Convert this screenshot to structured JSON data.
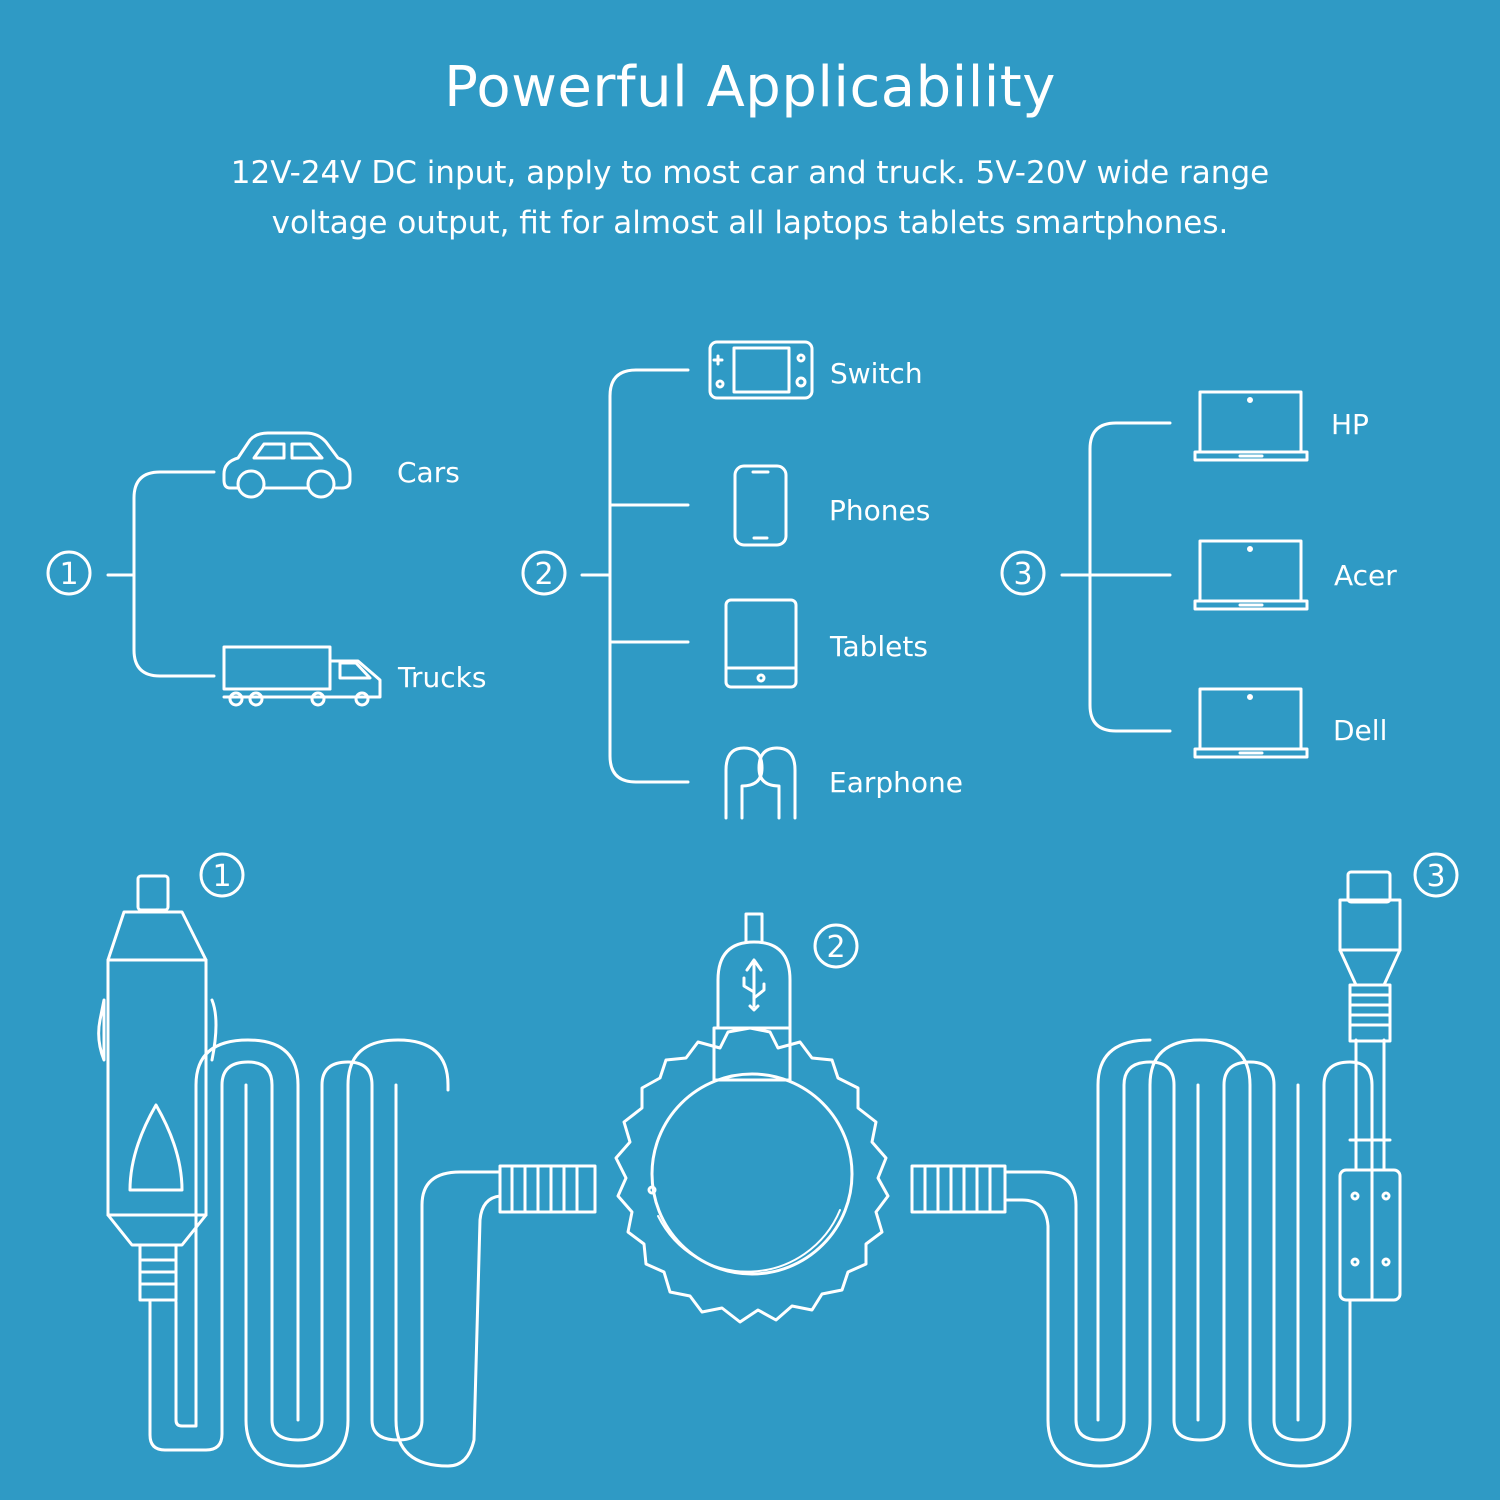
{
  "header": {
    "title": "Powerful Applicability",
    "subtitle_line1": "12V-24V DC input, apply to most car and truck. 5V-20V wide range",
    "subtitle_line2": "voltage output, fit for almost all laptops tablets smartphones."
  },
  "markers": {
    "one": "1",
    "two": "2",
    "three": "3"
  },
  "group1": {
    "items": [
      {
        "label": "Cars",
        "icon": "car-icon"
      },
      {
        "label": "Trucks",
        "icon": "truck-icon"
      }
    ]
  },
  "group2": {
    "items": [
      {
        "label": "Switch",
        "icon": "game-console-icon"
      },
      {
        "label": "Phones",
        "icon": "phone-icon"
      },
      {
        "label": "Tablets",
        "icon": "tablet-icon"
      },
      {
        "label": "Earphone",
        "icon": "earbuds-icon"
      }
    ]
  },
  "group3": {
    "items": [
      {
        "label": "HP",
        "icon": "laptop-icon"
      },
      {
        "label": "Acer",
        "icon": "laptop-icon"
      },
      {
        "label": "Dell",
        "icon": "laptop-icon"
      }
    ]
  },
  "colors": {
    "background": "#2f9ac5",
    "line": "#ffffff"
  }
}
